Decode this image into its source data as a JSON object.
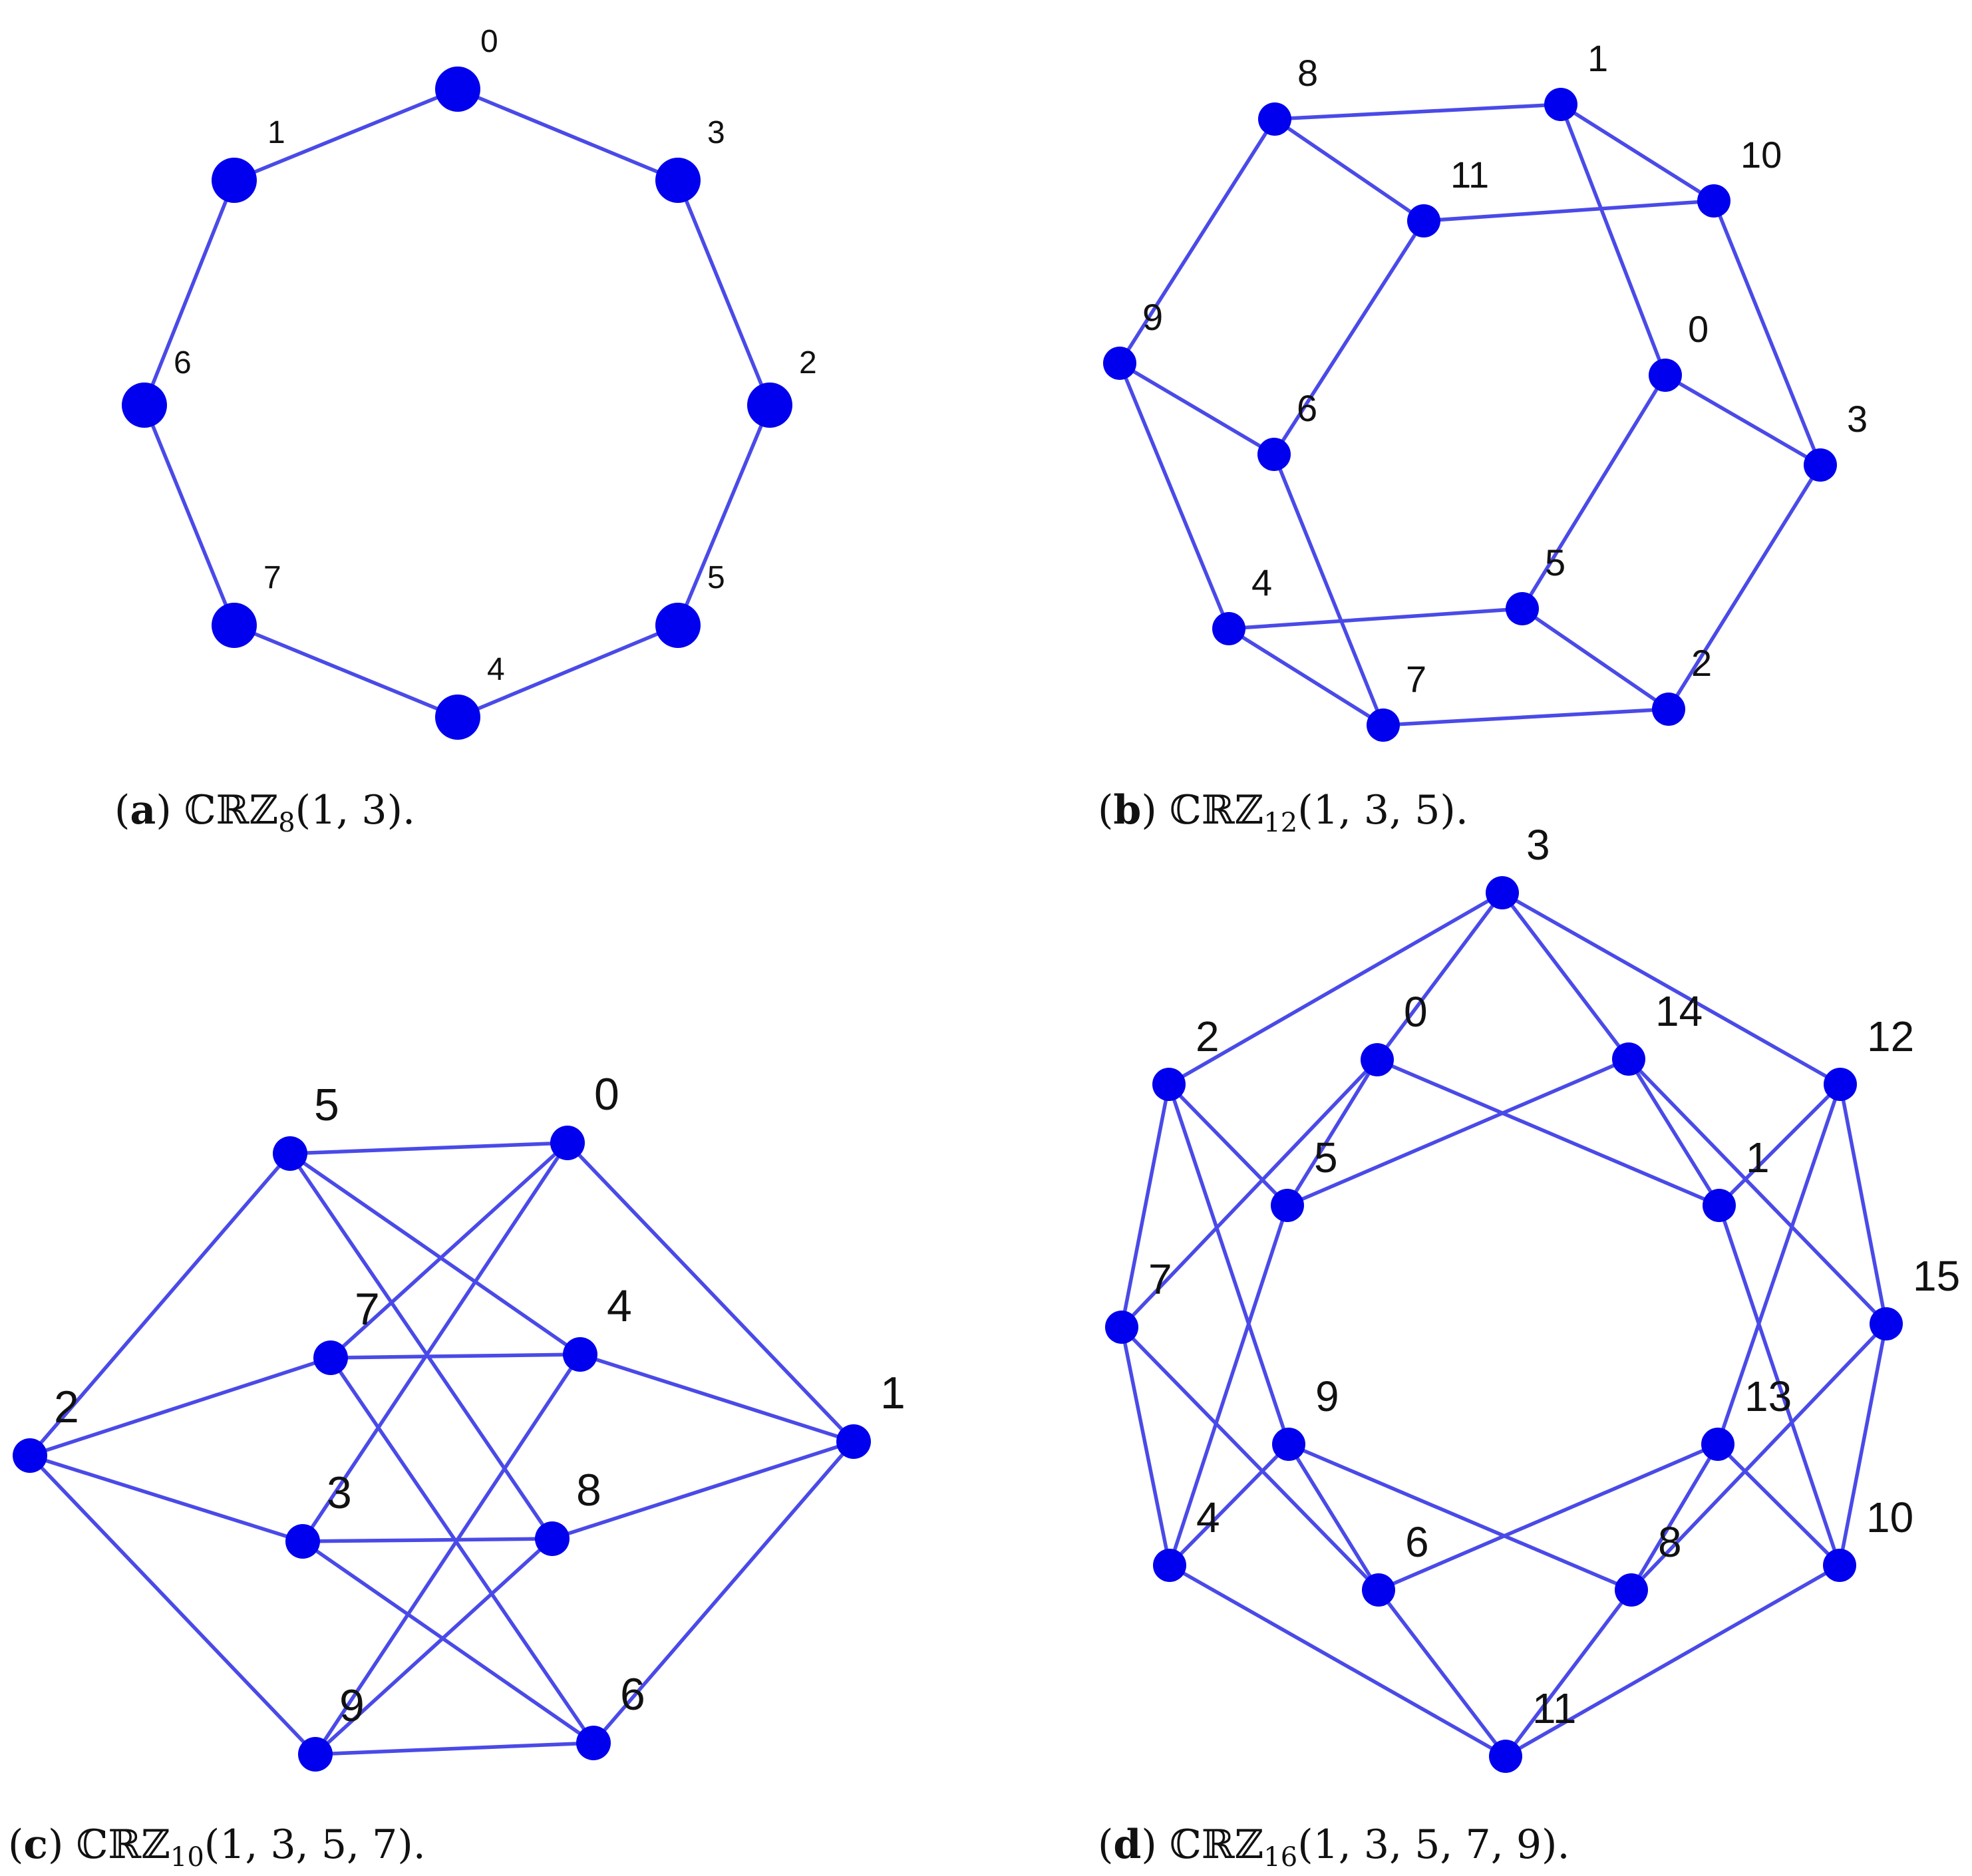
{
  "panels": [
    {
      "id": "a",
      "caption": {
        "tag": "a",
        "name": "ℂℝℤ",
        "subscript": "8",
        "args": "(1, 3)."
      },
      "nodes": [
        "0",
        "1",
        "3",
        "6",
        "2",
        "7",
        "5",
        "4"
      ],
      "edges": [
        [
          "0",
          "1"
        ],
        [
          "0",
          "3"
        ],
        [
          "1",
          "6"
        ],
        [
          "3",
          "2"
        ],
        [
          "6",
          "7"
        ],
        [
          "2",
          "5"
        ],
        [
          "7",
          "4"
        ],
        [
          "5",
          "4"
        ]
      ]
    },
    {
      "id": "b",
      "caption": {
        "tag": "b",
        "name": "ℂℝℤ",
        "subscript": "12",
        "args": "(1, 3, 5)."
      },
      "nodes": [
        "8",
        "1",
        "10",
        "11",
        "9",
        "0",
        "6",
        "3",
        "5",
        "4",
        "2",
        "7"
      ],
      "edges": [
        [
          "8",
          "1"
        ],
        [
          "8",
          "11"
        ],
        [
          "8",
          "9"
        ],
        [
          "1",
          "10"
        ],
        [
          "1",
          "0"
        ],
        [
          "11",
          "10"
        ],
        [
          "11",
          "6"
        ],
        [
          "10",
          "3"
        ],
        [
          "9",
          "6"
        ],
        [
          "9",
          "4"
        ],
        [
          "0",
          "3"
        ],
        [
          "0",
          "5"
        ],
        [
          "6",
          "7"
        ],
        [
          "3",
          "2"
        ],
        [
          "4",
          "5"
        ],
        [
          "4",
          "7"
        ],
        [
          "5",
          "2"
        ],
        [
          "7",
          "2"
        ]
      ]
    },
    {
      "id": "c",
      "caption": {
        "tag": "c",
        "name": "ℂℝℤ",
        "subscript": "10",
        "args": "(1, 3, 5, 7)."
      },
      "nodes": [
        "5",
        "0",
        "7",
        "4",
        "2",
        "1",
        "3",
        "8",
        "9",
        "6"
      ],
      "edges": [
        [
          "5",
          "0"
        ],
        [
          "5",
          "2"
        ],
        [
          "5",
          "4"
        ],
        [
          "5",
          "8"
        ],
        [
          "0",
          "7"
        ],
        [
          "0",
          "3"
        ],
        [
          "0",
          "1"
        ],
        [
          "7",
          "4"
        ],
        [
          "7",
          "2"
        ],
        [
          "7",
          "6"
        ],
        [
          "4",
          "1"
        ],
        [
          "4",
          "9"
        ],
        [
          "2",
          "3"
        ],
        [
          "2",
          "9"
        ],
        [
          "1",
          "8"
        ],
        [
          "1",
          "6"
        ],
        [
          "3",
          "8"
        ],
        [
          "3",
          "6"
        ],
        [
          "8",
          "9"
        ],
        [
          "9",
          "6"
        ]
      ]
    },
    {
      "id": "d",
      "caption": {
        "tag": "d",
        "name": "ℂℝℤ",
        "subscript": "16",
        "args": "(1, 3, 5, 7, 9)."
      },
      "nodes": [
        "3",
        "2",
        "0",
        "14",
        "12",
        "5",
        "1",
        "7",
        "15",
        "9",
        "13",
        "4",
        "6",
        "8",
        "10",
        "11"
      ],
      "edges": [
        [
          "3",
          "2"
        ],
        [
          "3",
          "0"
        ],
        [
          "3",
          "14"
        ],
        [
          "3",
          "12"
        ],
        [
          "2",
          "5"
        ],
        [
          "2",
          "7"
        ],
        [
          "2",
          "9"
        ],
        [
          "0",
          "1"
        ],
        [
          "0",
          "7"
        ],
        [
          "0",
          "5"
        ],
        [
          "14",
          "5"
        ],
        [
          "14",
          "15"
        ],
        [
          "14",
          "1"
        ],
        [
          "12",
          "1"
        ],
        [
          "12",
          "15"
        ],
        [
          "12",
          "13"
        ],
        [
          "5",
          "4"
        ],
        [
          "1",
          "10"
        ],
        [
          "7",
          "4"
        ],
        [
          "7",
          "6"
        ],
        [
          "15",
          "10"
        ],
        [
          "15",
          "8"
        ],
        [
          "9",
          "4"
        ],
        [
          "9",
          "6"
        ],
        [
          "9",
          "8"
        ],
        [
          "13",
          "6"
        ],
        [
          "13",
          "10"
        ],
        [
          "13",
          "8"
        ],
        [
          "4",
          "11"
        ],
        [
          "6",
          "11"
        ],
        [
          "8",
          "11"
        ],
        [
          "10",
          "11"
        ]
      ]
    }
  ]
}
